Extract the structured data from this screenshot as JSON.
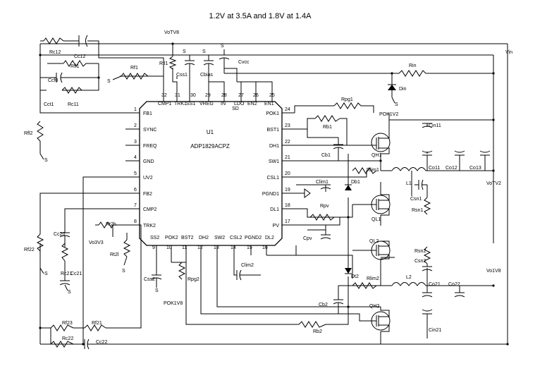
{
  "title": "1.2V at 3.5A and 1.8V at 1.4A",
  "ic": {
    "name": "U1",
    "part": "ADP1829ACPZ",
    "pins_top": [
      {
        "num": "32",
        "name": "CMP1"
      },
      {
        "num": "31",
        "name": "TRK1"
      },
      {
        "num": "30",
        "name": "SS1"
      },
      {
        "num": "29",
        "name": "VREG"
      },
      {
        "num": "28",
        "name": "IN"
      },
      {
        "num": "27",
        "name": "LDO"
      },
      {
        "num": "26",
        "name": "EN2"
      },
      {
        "num": "25",
        "name": "EN1"
      }
    ],
    "sd_label": "SD",
    "pins_left": [
      {
        "num": "1",
        "name": "FB1"
      },
      {
        "num": "2",
        "name": "SYNC"
      },
      {
        "num": "3",
        "name": "FREQ"
      },
      {
        "num": "4",
        "name": "GND"
      },
      {
        "num": "5",
        "name": "UV2"
      },
      {
        "num": "6",
        "name": "FB2"
      },
      {
        "num": "7",
        "name": "CMP2"
      },
      {
        "num": "8",
        "name": "TRK2"
      }
    ],
    "pins_right": [
      {
        "num": "24",
        "name": "POK1"
      },
      {
        "num": "23",
        "name": "BST1"
      },
      {
        "num": "22",
        "name": "DH1"
      },
      {
        "num": "21",
        "name": "SW1"
      },
      {
        "num": "20",
        "name": "CSL1"
      },
      {
        "num": "19",
        "name": "PGND1"
      },
      {
        "num": "18",
        "name": "DL1"
      },
      {
        "num": "17",
        "name": "PV"
      }
    ],
    "pins_bottom": [
      {
        "num": "9",
        "name": "SS2"
      },
      {
        "num": "10",
        "name": "POK2"
      },
      {
        "num": "11",
        "name": "BST2"
      },
      {
        "num": "12",
        "name": "DH2"
      },
      {
        "num": "13",
        "name": "SW2"
      },
      {
        "num": "14",
        "name": "CSL2"
      },
      {
        "num": "15",
        "name": "PGND2"
      },
      {
        "num": "16",
        "name": "DL2"
      }
    ]
  },
  "nets": {
    "vin": "Vin",
    "vout1": "VoTV2",
    "vout2": "Vo1V8",
    "vout8": "VoTV8",
    "vo3v3": "Vo3V3",
    "pok1": "POK1V2",
    "pok2": "POK1V8",
    "gnd": "S"
  },
  "components": {
    "Rc12": "Rc12",
    "Cc12": "Cc12",
    "Rfl1": "Rfl1",
    "Ccf0": "Ccf0",
    "Cct1": "Cct1",
    "Rc11": "Rc11",
    "Rfl2": "Rfl2",
    "Rf1": "Rf1",
    "Css1": "Css1",
    "Rtl1": "Rtl1",
    "Cbias": "Cbias",
    "Cvcc": "Cvcc",
    "Rin": "Rin",
    "Din": "Din",
    "Rpg1": "Rpg1",
    "Rb1": "Rb1",
    "Cb1": "Cb1",
    "Clim1": "Clim1",
    "Rlim1": "Rlim1",
    "Db1": "Db1",
    "L1": "L1",
    "Csn1": "Csn1",
    "Rsn1": "Rsn1",
    "QH1": "QH1",
    "QL1": "QL1",
    "Cin11": "Cin11",
    "Co11": "Co11",
    "Co12": "Co12",
    "Co13": "Co13",
    "Rpv": "Rpv",
    "Cpv": "Cpv",
    "Cc20": "Cc20",
    "Rc21": "Rc21",
    "Cc21": "Cc21",
    "Rf22": "Rf22",
    "Rt2h": "Rt2h",
    "Rt2l": "Rt2l",
    "Css2": "Css2",
    "Rpg2": "Rpg2",
    "Clim2": "Clim2",
    "Dt2": "Dt2",
    "Rlim2": "Rlim2",
    "L2": "L2",
    "Co21": "Co21",
    "Co22": "Co22",
    "QL2": "QL2",
    "Rsn2": "Rsn2",
    "Csn2": "Csn2",
    "Cb2": "Cb2",
    "QH2": "QH2",
    "Rb2": "Rb2",
    "Cin21": "Cin21",
    "Rf23": "Rf23",
    "Rf21": "Rf21",
    "Rc22": "Rc22",
    "Cc22": "Cc22"
  }
}
